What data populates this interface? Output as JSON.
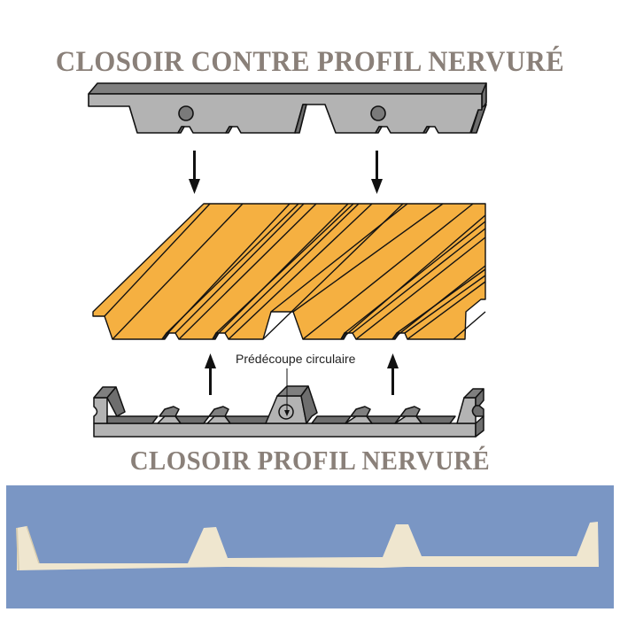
{
  "titles": {
    "top": "CLOSOIR CONTRE PROFIL NERVURÉ",
    "bottom": "CLOSOIR PROFIL NERVURÉ"
  },
  "annotations": {
    "precut": "Prédécoupe circulaire"
  },
  "components": {
    "top_closoir": "counter-profile filler strip (grey, with circular holes)",
    "sheet": "ribbed metal roofing sheet (orange)",
    "bottom_closoir": "profile filler strip (grey, with circular pre-cut)",
    "photo": "foam filler strip photo on blue background"
  },
  "colors": {
    "title": "#8a8079",
    "closoir_front": "#b3b3b3",
    "closoir_top": "#7f7f7f",
    "sheet": "#f5b041",
    "photo_bg": "#7a96c4",
    "photo_foam": "#efe6cf"
  }
}
